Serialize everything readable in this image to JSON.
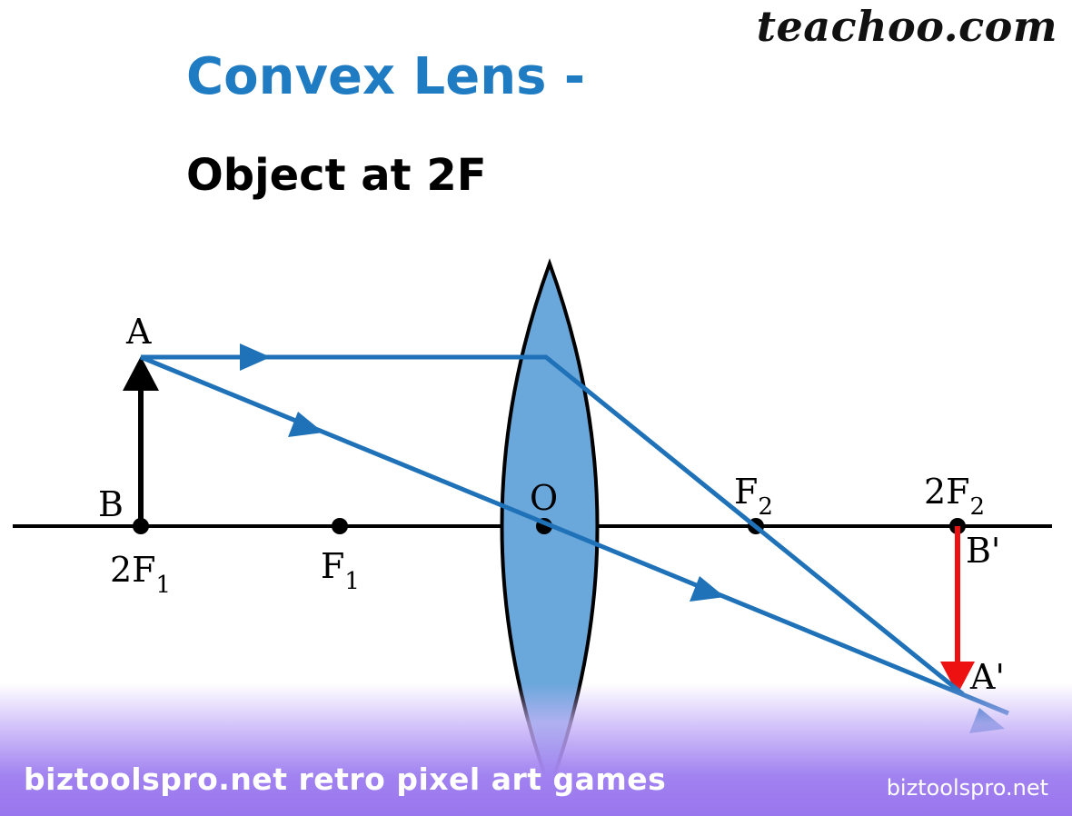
{
  "header": {
    "brand": "teachoo.com",
    "title": "Convex Lens -",
    "subtitle": "Object at 2F"
  },
  "diagram": {
    "labels": {
      "object_top": "A",
      "object_base": "B",
      "optical_centre": "O",
      "image_base": "B'",
      "image_tip": "A'"
    },
    "points": {
      "two_f1": {
        "main": "2F",
        "sub": "1"
      },
      "f1": {
        "main": "F",
        "sub": "1"
      },
      "f2": {
        "main": "F",
        "sub": "2"
      },
      "two_f2": {
        "main": "2F",
        "sub": "2"
      }
    },
    "colors": {
      "ray": "#1f72b8",
      "lens_fill": "#6aa7db",
      "object": "#000000",
      "image": "#ee1111",
      "axis": "#000000"
    }
  },
  "footer": {
    "left_text": "biztoolspro.net retro pixel art games",
    "right_text": "biztoolspro.net"
  }
}
